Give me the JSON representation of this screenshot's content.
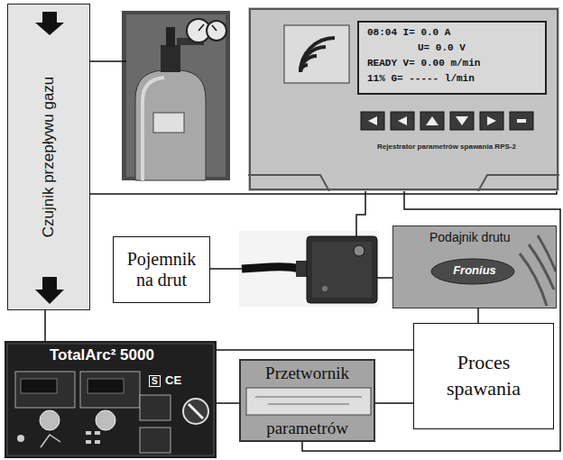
{
  "diagram": {
    "nodes": [
      {
        "text": [
          "Czujnik przepływu gazu"
        ]
      },
      {
        "text": [
          "08:04 I= 0.0 A",
          "U= 0.0 V",
          "READY V= 0.00 m/min",
          "11% G= ----- l/min",
          "Rejestrator parametrów spawania RPS-2"
        ]
      },
      {
        "text": [
          "Pojemnik na drut"
        ]
      },
      {
        "text": [
          "Podajnik drutu",
          "Fronius"
        ]
      },
      {
        "text": [
          "TotalArc² 5000",
          "S",
          "CE"
        ]
      },
      {
        "text": [
          "Przetwornik",
          "parametrów"
        ]
      },
      {
        "text": [
          "Proces spawania"
        ]
      }
    ],
    "edges": [
      {
        "from": 0,
        "to": 1,
        "arrow": "none"
      },
      {
        "from": 0,
        "to": 4,
        "arrow": "none"
      },
      {
        "from": 1,
        "to": 5,
        "arrow": "none"
      },
      {
        "from": 3,
        "to": 6,
        "arrow": "none"
      },
      {
        "from": 4,
        "to": 6,
        "arrow": "none"
      },
      {
        "from": 4,
        "to": 5,
        "arrow": "none"
      },
      {
        "from": 5,
        "to": 6,
        "arrow": "none"
      }
    ]
  }
}
